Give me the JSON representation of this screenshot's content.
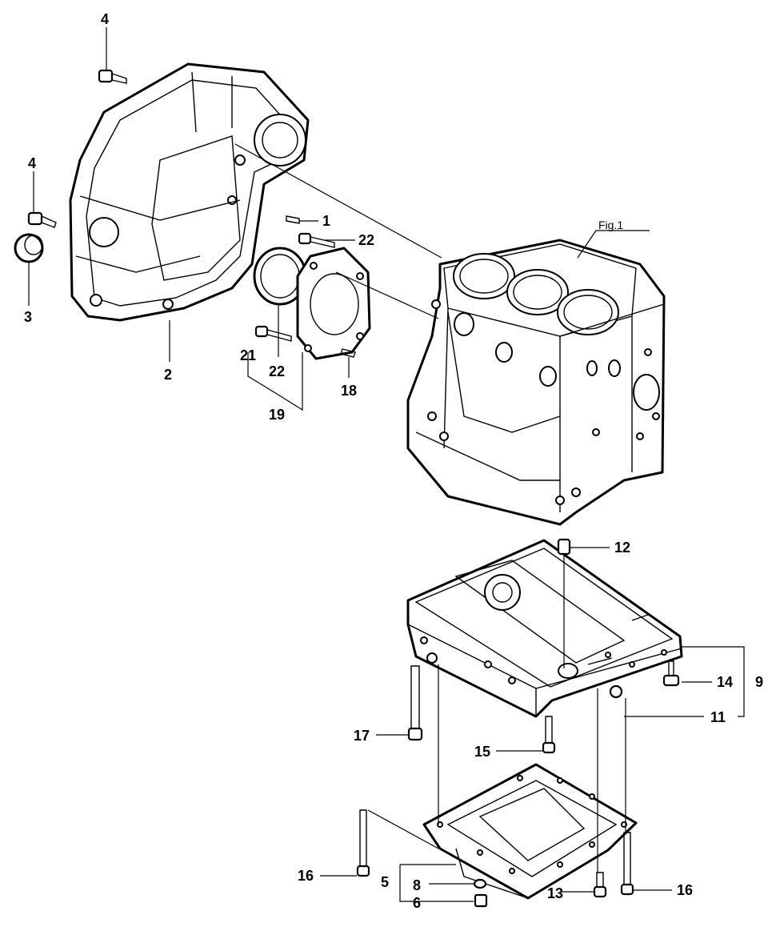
{
  "callouts": {
    "c1": "1",
    "c2": "2",
    "c3": "3",
    "c4a": "4",
    "c4b": "4",
    "c5": "5",
    "c6": "6",
    "c8": "8",
    "c9": "9",
    "c11": "11",
    "c12": "12",
    "c13": "13",
    "c14": "14",
    "c15": "15",
    "c16a": "16",
    "c16b": "16",
    "c17": "17",
    "c18": "18",
    "c19": "19",
    "c21": "21",
    "c22a": "22",
    "c22b": "22"
  },
  "figure_ref": "Fig.1"
}
